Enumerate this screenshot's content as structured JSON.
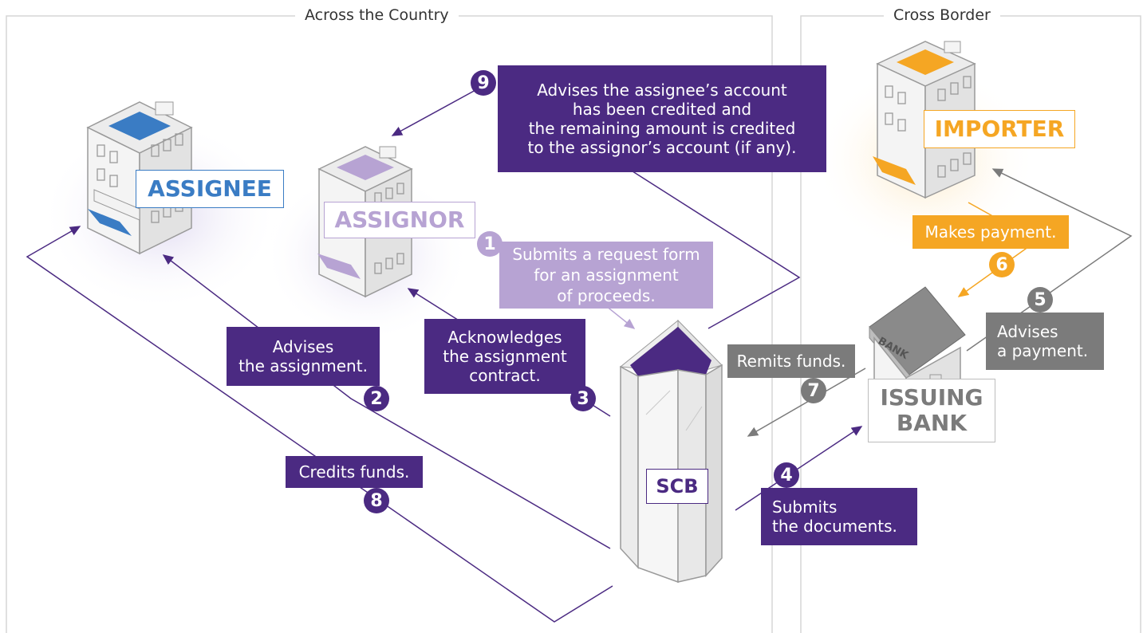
{
  "regions": {
    "domestic_title": "Across the Country",
    "cross_border_title": "Cross Border"
  },
  "entities": {
    "assignee": "ASSIGNEE",
    "assignor": "ASSIGNOR",
    "scb": "SCB",
    "importer": "IMPORTER",
    "issuing_bank": "ISSUING\nBANK",
    "bank_sign": "BANK"
  },
  "steps": {
    "s1": {
      "number": "1",
      "text": "Submits a request form\nfor an assignment\nof proceeds."
    },
    "s2": {
      "number": "2",
      "text": "Advises\nthe assignment."
    },
    "s3": {
      "number": "3",
      "text": "Acknowledges\nthe assignment\ncontract."
    },
    "s4": {
      "number": "4",
      "text": "Submits\nthe documents."
    },
    "s5": {
      "number": "5",
      "text": "Advises\na payment."
    },
    "s6": {
      "number": "6",
      "text": "Makes payment."
    },
    "s7": {
      "number": "7",
      "text": "Remits funds."
    },
    "s8": {
      "number": "8",
      "text": "Credits funds."
    },
    "s9": {
      "number": "9",
      "text": "Advises the assignee’s account\nhas been credited and\nthe remaining amount is credited\nto the assignor’s account (if any)."
    }
  },
  "colors": {
    "purple": "#4b2a82",
    "lavender": "#b7a3d3",
    "assignee_blue": "#3a7cc4",
    "orange": "#f5a623",
    "gray": "#7b7b7b"
  }
}
